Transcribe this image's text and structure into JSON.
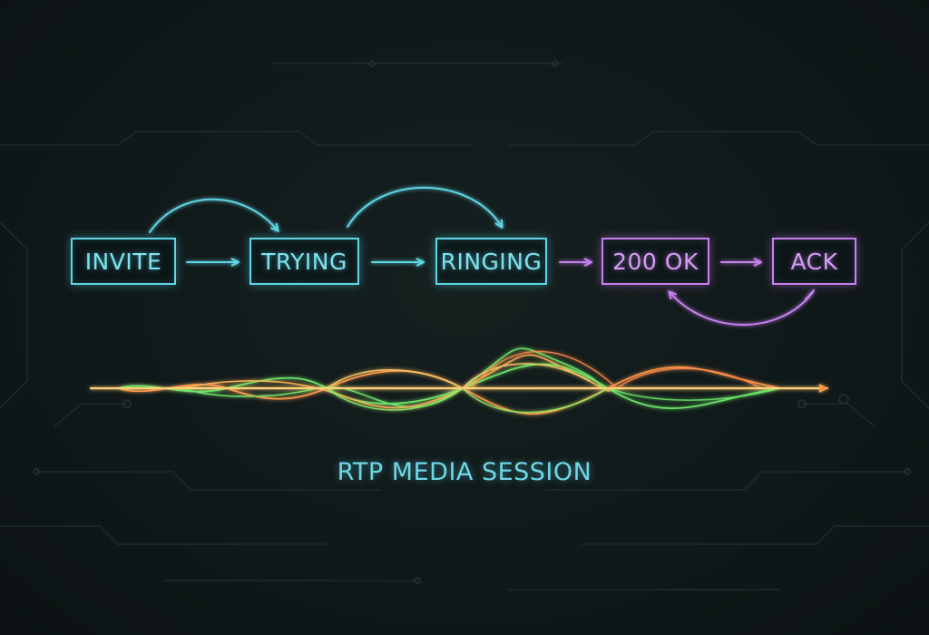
{
  "diagram": {
    "states": [
      {
        "label": "INVITE",
        "tone": "cyan"
      },
      {
        "label": "TRYING",
        "tone": "cyan"
      },
      {
        "label": "RINGING",
        "tone": "cyan"
      },
      {
        "label": "200 OK",
        "tone": "violet"
      },
      {
        "label": "ACK",
        "tone": "violet"
      }
    ],
    "media_label": "RTP MEDIA SESSION"
  },
  "colors": {
    "background": "#0f1618",
    "cyan": "#5fd6e6",
    "violet": "#c77ff0",
    "wave_orange": "#ff9a4a",
    "wave_green": "#6ee86a",
    "wave_yellow": "#ffe27a",
    "circuit": "#1f2c2c"
  }
}
